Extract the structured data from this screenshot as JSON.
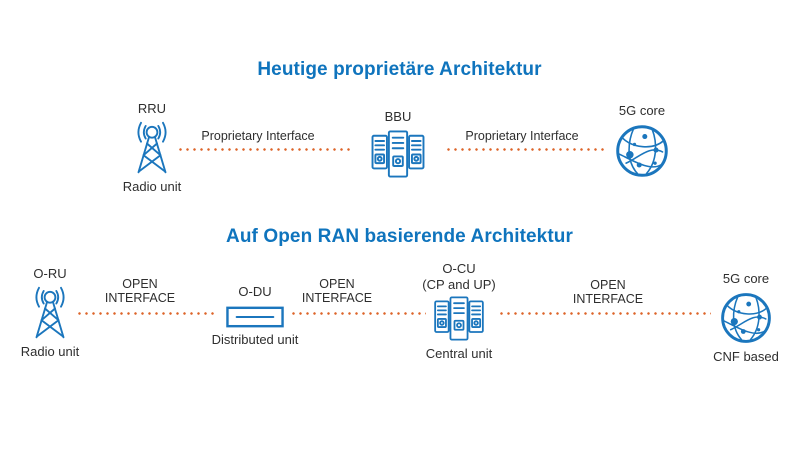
{
  "colors": {
    "title_blue": "#0f74bd",
    "icon_blue": "#1b76bd",
    "interface_orange": "#dd6428",
    "label_text": "#2e2e2e"
  },
  "proprietary": {
    "title": "Heutige proprietäre Architektur",
    "rru": {
      "label": "RRU",
      "sublabel": "Radio unit",
      "icon": "radio-tower-icon"
    },
    "interface1": {
      "label": "Proprietary Interface"
    },
    "bbu": {
      "label": "BBU",
      "icon": "server-rack-icon"
    },
    "interface2": {
      "label": "Proprietary Interface"
    },
    "core": {
      "label": "5G core",
      "icon": "globe-network-icon"
    }
  },
  "openran": {
    "title": "Auf Open RAN basierende Architektur",
    "oru": {
      "label": "O-RU",
      "sublabel": "Radio unit",
      "icon": "radio-tower-icon"
    },
    "interface1": {
      "line1": "OPEN",
      "line2": "INTERFACE"
    },
    "odu": {
      "label": "O-DU",
      "sublabel": "Distributed unit",
      "icon": "distributed-unit-icon"
    },
    "interface2": {
      "line1": "OPEN",
      "line2": "INTERFACE"
    },
    "ocu": {
      "label": "O-CU",
      "label2": "(CP and UP)",
      "sublabel": "Central unit",
      "icon": "server-rack-icon"
    },
    "interface3": {
      "line1": "OPEN",
      "line2": "INTERFACE"
    },
    "core": {
      "label": "5G core",
      "sublabel": "CNF based",
      "icon": "globe-network-icon"
    }
  }
}
